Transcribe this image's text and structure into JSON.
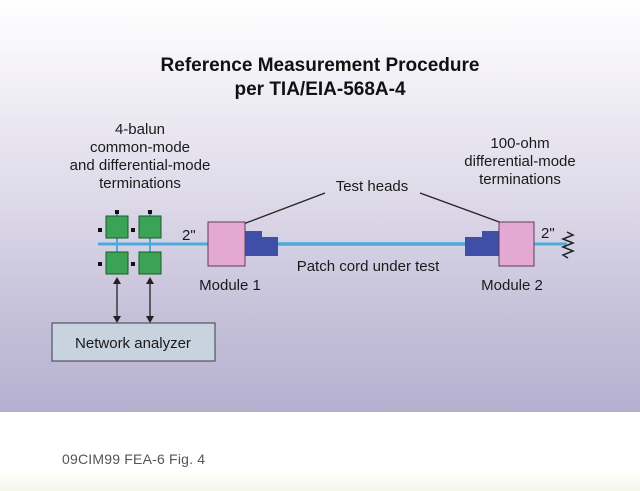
{
  "title": {
    "line1": "Reference Measurement Procedure",
    "line2": "per TIA/EIA-568A-4"
  },
  "labels": {
    "balun": [
      "4-balun",
      "common-mode",
      "and differential-mode",
      "terminations"
    ],
    "ohm": [
      "100-ohm",
      "differential-mode",
      "terminations"
    ],
    "test_heads": "Test heads",
    "left_length": "2\"",
    "right_length": "2\"",
    "module1": "Module 1",
    "module2": "Module 2",
    "patch_cord": "Patch cord under test",
    "network_analyzer": "Network analyzer"
  },
  "caption": "09CIM99 FEA-6 Fig. 4",
  "colors": {
    "cable": "#4fa8dc",
    "balun": "#3aa356",
    "module": "#e4a9d3",
    "test_head": "#3f4fa8",
    "analyzer_box": "#c8d3e0"
  }
}
